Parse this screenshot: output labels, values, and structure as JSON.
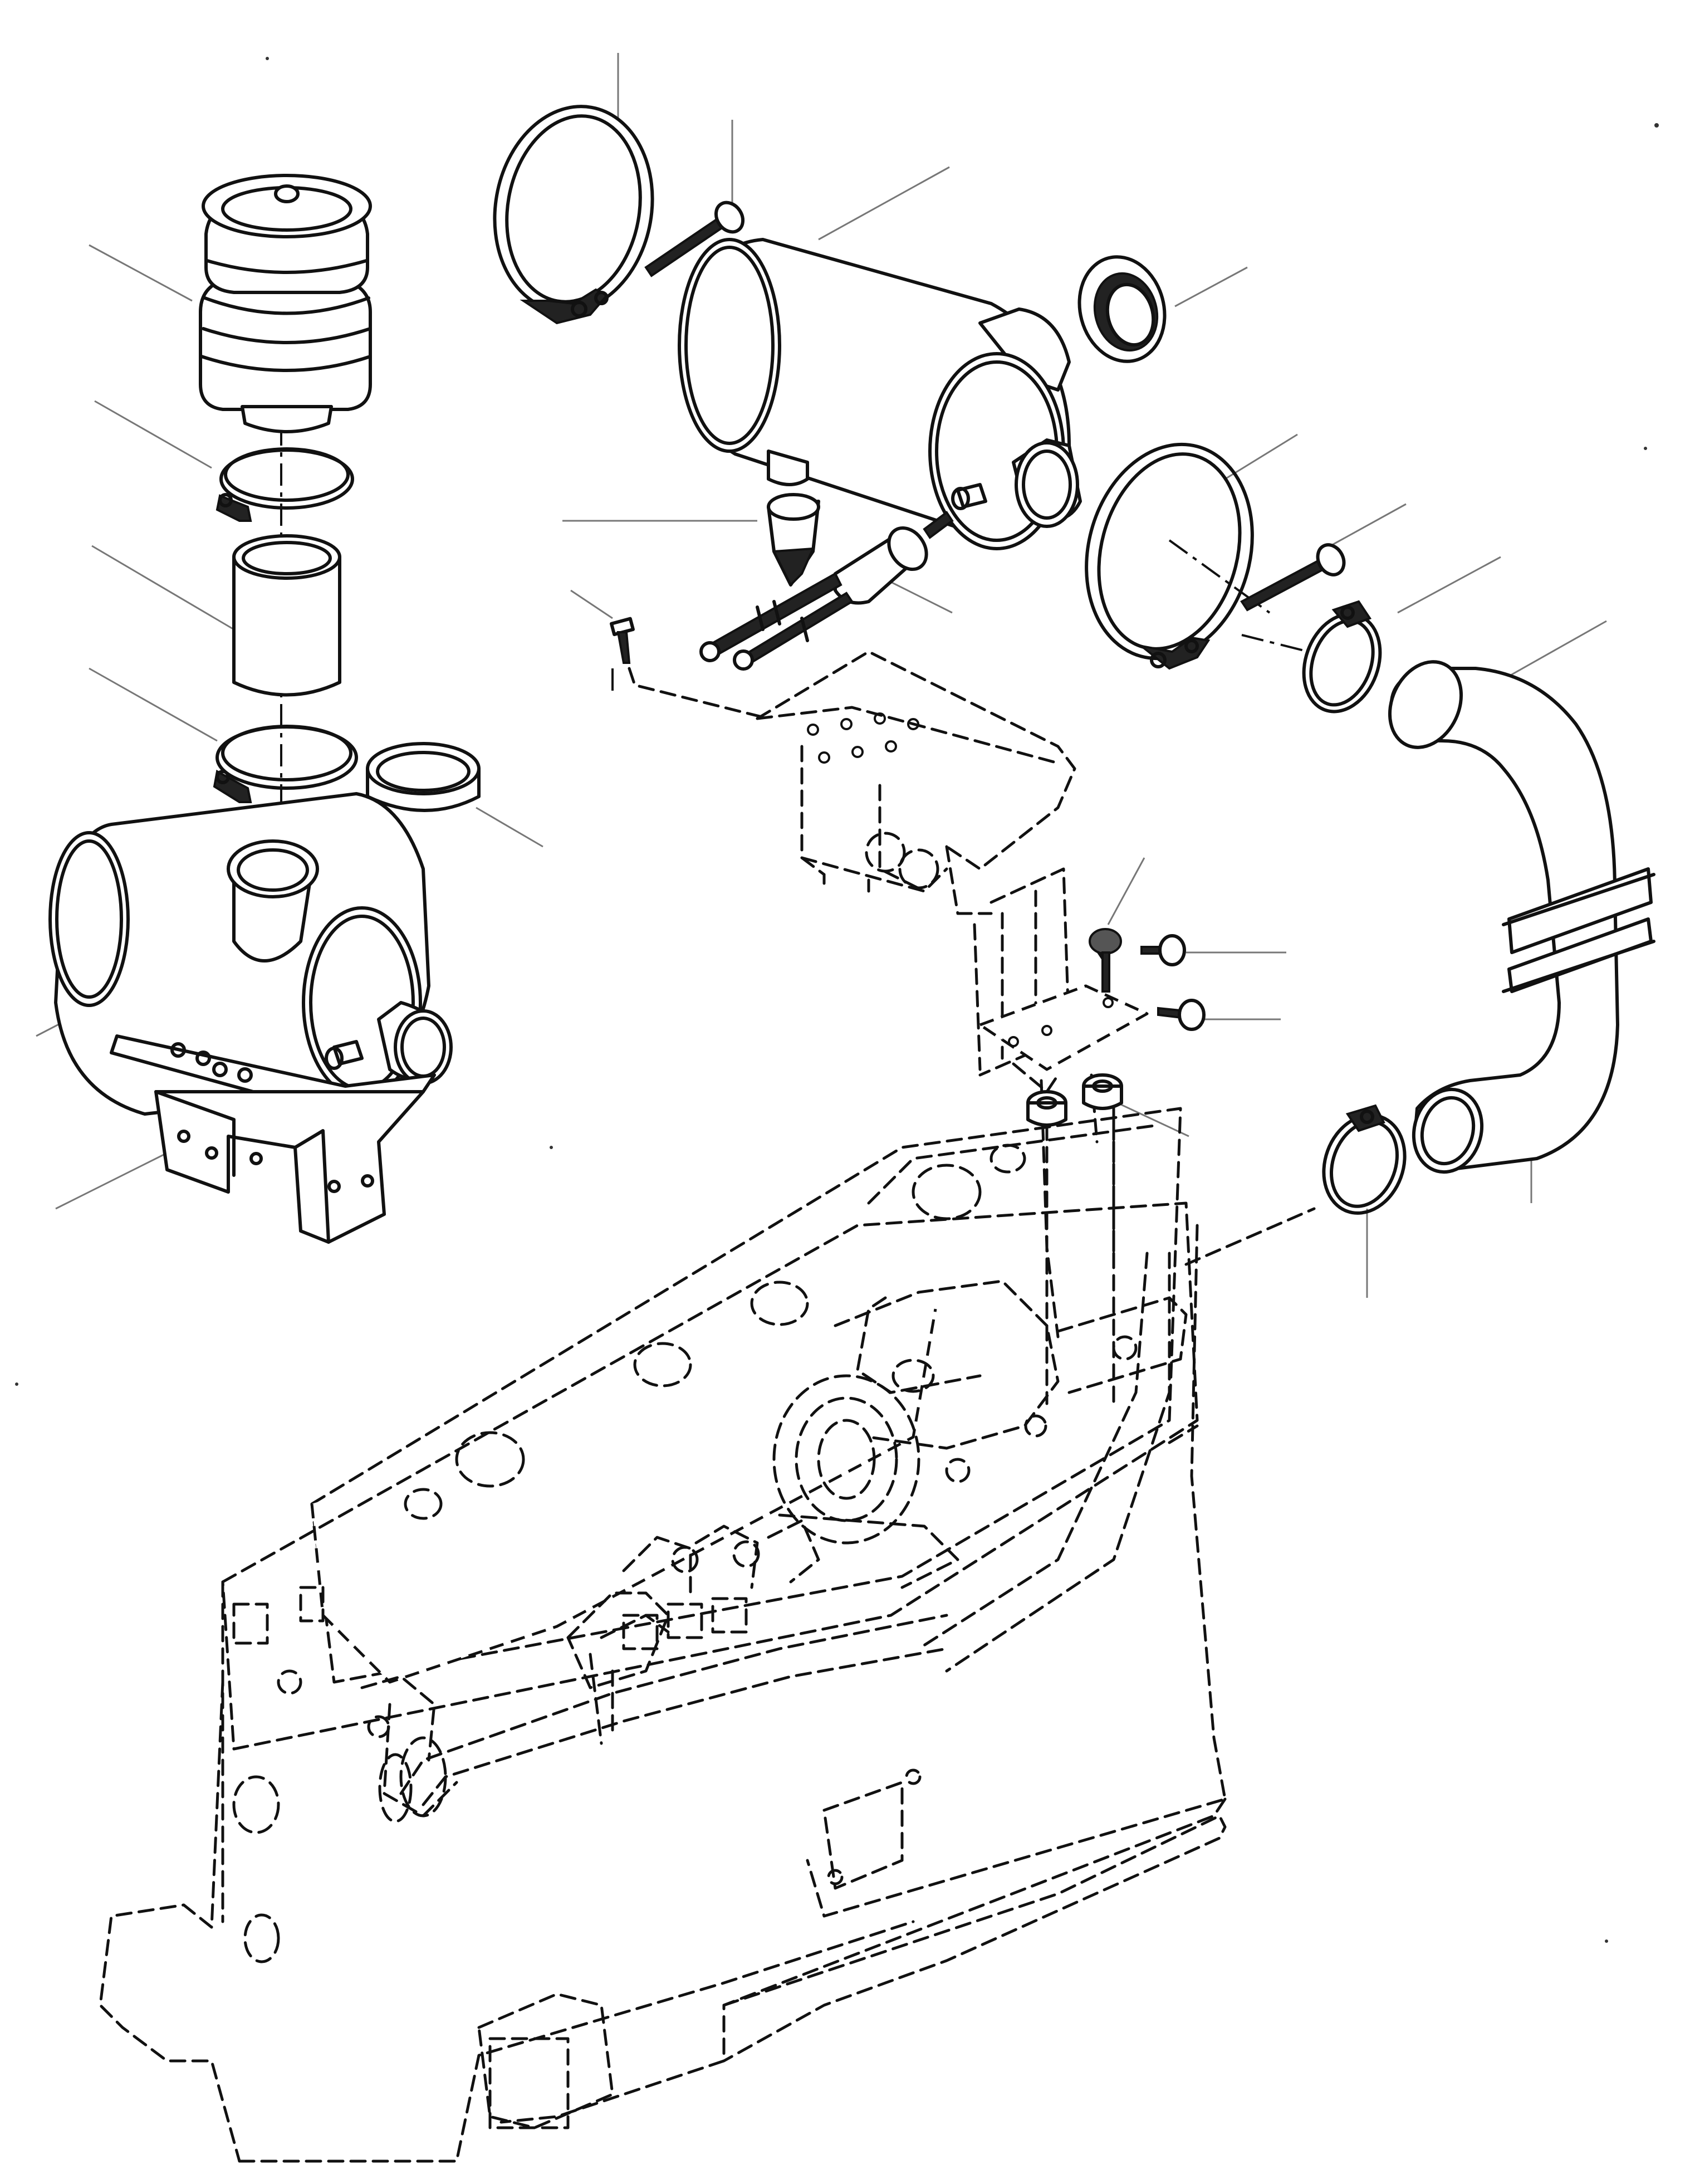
{
  "figure": {
    "type": "exploded-parts-diagram",
    "parts": [
      {
        "name": "precleaner-bowl"
      },
      {
        "name": "hose-clamp"
      },
      {
        "name": "intake-tube"
      },
      {
        "name": "hose-clamp-lower"
      },
      {
        "name": "rubber-cap"
      },
      {
        "name": "air-cleaner-assembly-left"
      },
      {
        "name": "mounting-bracket-left"
      },
      {
        "name": "band-clamp-top"
      },
      {
        "name": "band-bolt-top"
      },
      {
        "name": "air-cleaner-housing"
      },
      {
        "name": "dust-cap"
      },
      {
        "name": "band-clamp-right"
      },
      {
        "name": "band-bolt-right"
      },
      {
        "name": "dust-valve"
      },
      {
        "name": "restriction-indicator"
      },
      {
        "name": "bracket-screw"
      },
      {
        "name": "hose-clamp-upper-right"
      },
      {
        "name": "elbow-hose"
      },
      {
        "name": "mount-bolt"
      },
      {
        "name": "side-bolts"
      },
      {
        "name": "isolator-nuts"
      },
      {
        "name": "hose-clamp-lower-right"
      },
      {
        "name": "engine-block-phantom"
      }
    ]
  }
}
